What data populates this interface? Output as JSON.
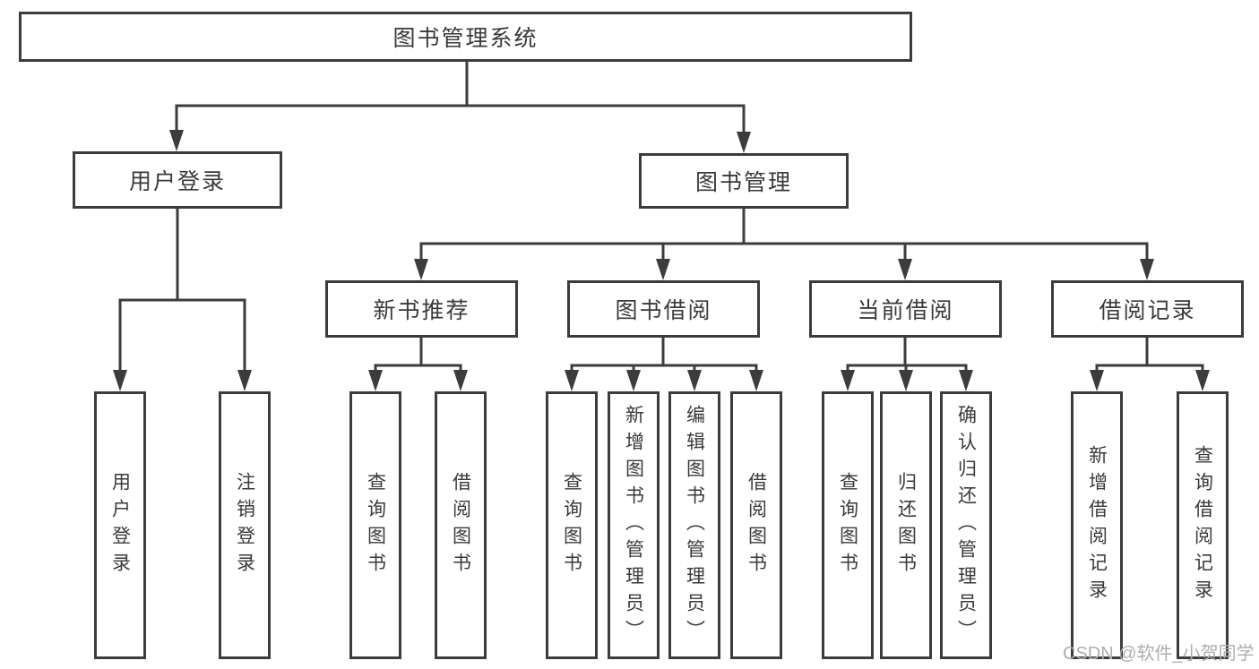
{
  "tree": {
    "root": "图书管理系统",
    "branches": [
      {
        "label": "用户登录",
        "children": [
          "用户登录",
          "注销登录"
        ]
      },
      {
        "label": "图书管理",
        "groups": [
          {
            "label": "新书推荐",
            "children": [
              "查询图书",
              "借阅图书"
            ]
          },
          {
            "label": "图书借阅",
            "children": [
              "查询图书",
              "新增图书（管理员）",
              "编辑图书（管理员）",
              "借阅图书"
            ]
          },
          {
            "label": "当前借阅",
            "children": [
              "查询图书",
              "归还图书",
              "确认归还（管理员）"
            ]
          },
          {
            "label": "借阅记录",
            "children": [
              "新增借阅记录",
              "查询借阅记录"
            ]
          }
        ]
      }
    ]
  },
  "watermark": "CSDN @软件_小贺同学",
  "colors": {
    "line": "#3c3c3c",
    "text": "#3a3a3a",
    "watermark": "#aeaeae",
    "background": "#ffffff"
  }
}
